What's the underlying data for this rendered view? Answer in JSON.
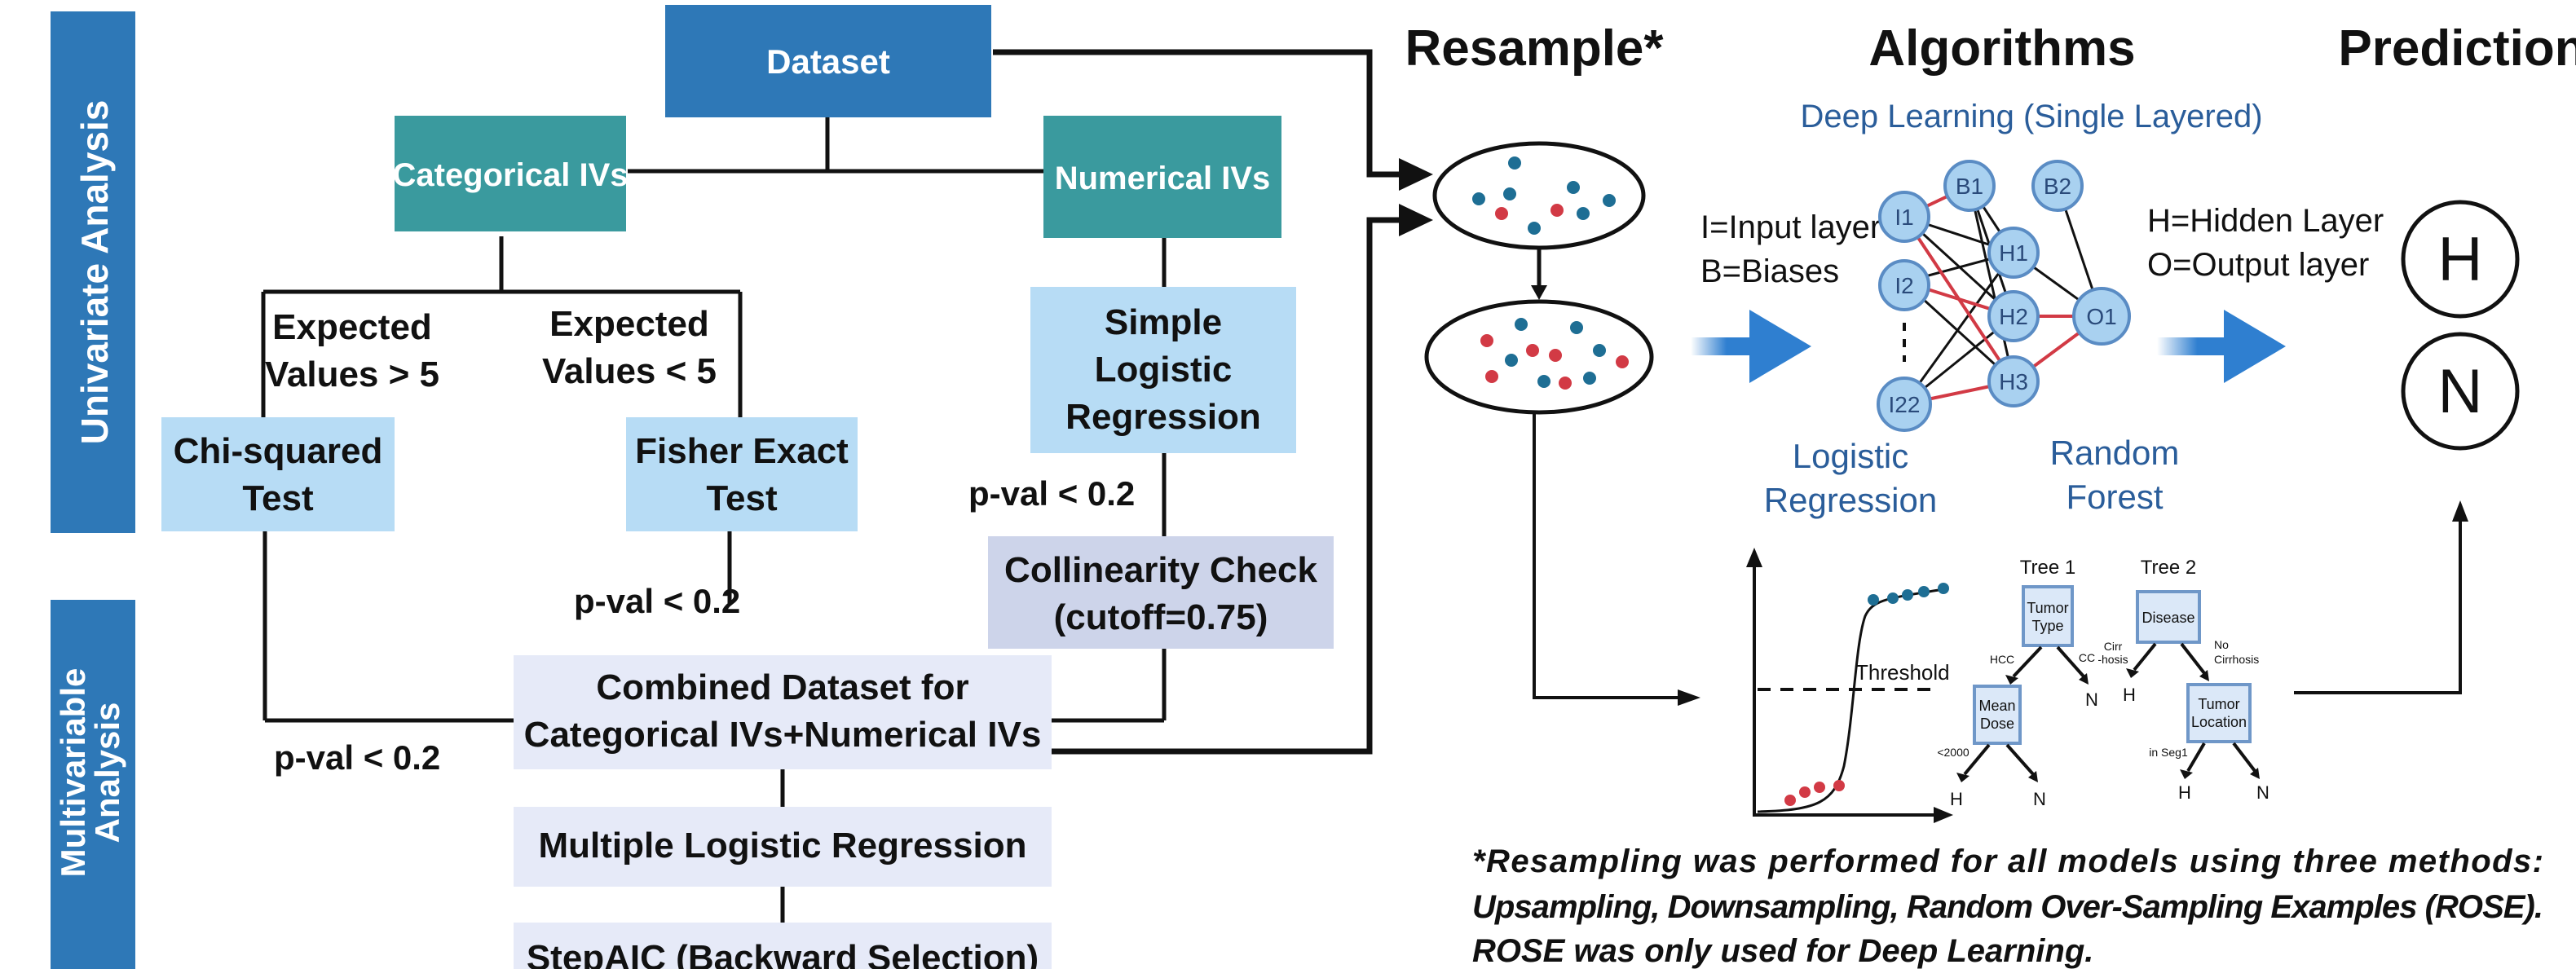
{
  "left_panel": {
    "side_labels": {
      "univariate": "Univariate Analysis",
      "multivariable_line1": "Multivariable",
      "multivariable_line2": "Analysis"
    },
    "boxes": {
      "dataset": "Dataset",
      "categorical_ivs": "Categorical IVs",
      "numerical_ivs": "Numerical IVs",
      "expected_gt5_line1": "Expected",
      "expected_gt5_line2": "Values > 5",
      "expected_lt5_line1": "Expected",
      "expected_lt5_line2": "Values < 5",
      "chi_line1": "Chi-squared",
      "chi_line2": "Test",
      "fisher_line1": "Fisher Exact",
      "fisher_line2": "Test",
      "slr_line1": "Simple",
      "slr_line2": "Logistic",
      "slr_line3": "Regression",
      "pval_slr": "p-val < 0.2",
      "collinearity_line1": "Collinearity Check",
      "collinearity_line2": "(cutoff=0.75)",
      "pval_fisher": "p-val < 0.2",
      "pval_chi": "p-val < 0.2",
      "combined_line1": "Combined Dataset for",
      "combined_line2": "Categorical IVs+Numerical IVs",
      "mlr": "Multiple Logistic Regression",
      "stepaic": "StepAIC (Backward Selection)"
    }
  },
  "right_panel": {
    "headings": {
      "resample": "Resample*",
      "algorithms": "Algorithms",
      "prediction": "Prediction"
    },
    "deep_learning_title": "Deep Learning (Single Layered)",
    "legend_left_line1": "I=Input layer",
    "legend_left_line2": "B=Biases",
    "legend_right_line1": "H=Hidden Layer",
    "legend_right_line2": "O=Output layer",
    "nodes": {
      "i1": "I1",
      "i2": "I2",
      "i22": "I22",
      "b1": "B1",
      "b2": "B2",
      "h1": "H1",
      "h2": "H2",
      "h3": "H3",
      "o1": "O1"
    },
    "logistic_line1": "Logistic",
    "logistic_line2": "Regression",
    "rf_line1": "Random",
    "rf_line2": "Forest",
    "prediction_h": "H",
    "prediction_n": "N",
    "threshold": "Threshold",
    "tree1": {
      "title": "Tree 1",
      "root_line1": "Tumor",
      "root_line2": "Type",
      "edge_left": "HCC",
      "edge_right": "CC",
      "leaf_right": "N",
      "child_line1": "Mean",
      "child_line2": "Dose",
      "child_edge_left": "<2000",
      "child_leaf_left": "H",
      "child_leaf_right": "N"
    },
    "tree2": {
      "title": "Tree 2",
      "root": "Disease",
      "edge_left_line1": "Cirr",
      "edge_left_line2": "-hosis",
      "edge_right_line1": "No",
      "edge_right_line2": "Cirrhosis",
      "leaf_left": "H",
      "child_line1": "Tumor",
      "child_line2": "Location",
      "child_edge_left": "in Seg1",
      "child_leaf_left": "H",
      "child_leaf_right": "N"
    },
    "footnote_line1": "*Resampling was performed for all models using three methods:",
    "footnote_line2": "Upsampling, Downsampling, Random Over-Sampling Examples (ROSE).",
    "footnote_line3": "ROSE was only used for Deep Learning."
  },
  "colors": {
    "dark_blue": "#2e78b7",
    "teal": "#3a9a9e",
    "light_blue": "#b7dcf5",
    "lavender": "#e6eaf8",
    "gray_lavender": "#cdd4ea",
    "arrow_blue": "#2f7fd0",
    "node_fill": "#a9d1f0",
    "red_dot": "#d23a45",
    "teal_dot": "#1e6e94"
  }
}
